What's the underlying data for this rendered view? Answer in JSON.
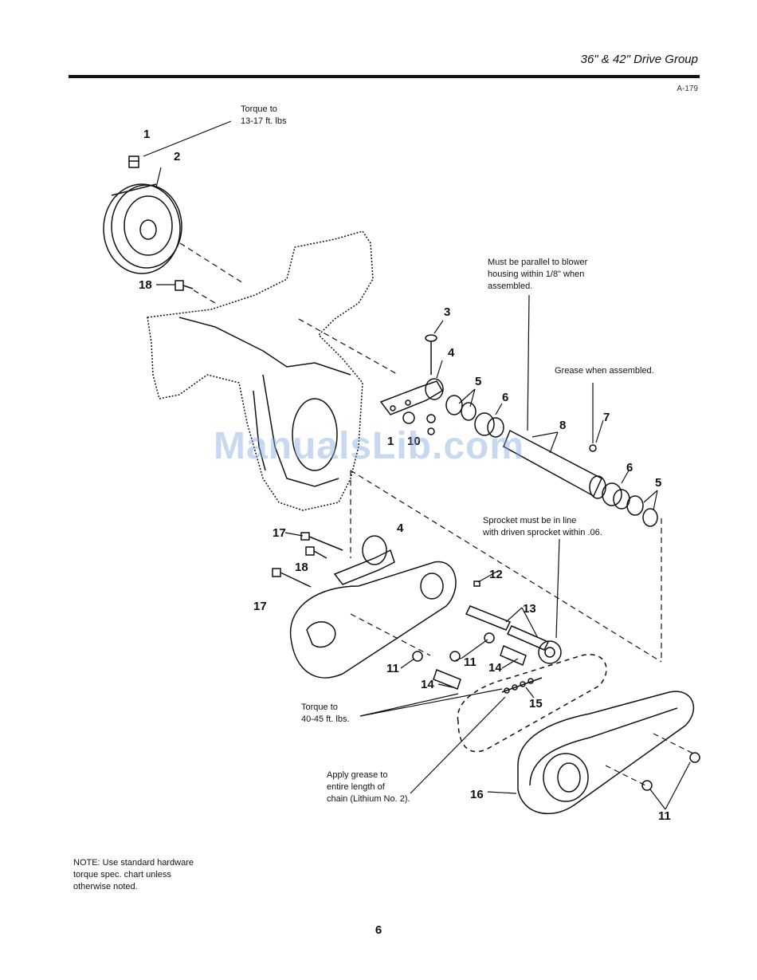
{
  "header": {
    "title": "36\" & 42\" Drive Group",
    "figure_code": "A-179"
  },
  "notes": {
    "torque_pulley": "Torque to\n13-17 ft. lbs",
    "parallel": "Must be parallel to blower\nhousing within 1/8\" when\nassembled.",
    "grease_assembled": "Grease when assembled.",
    "sprocket_line": "Sprocket must be in line\nwith driven sprocket within .06.",
    "torque_nuts": "Torque to\n40-45 ft. lbs.",
    "chain_grease": "Apply grease to\nentire length of\nchain (Lithium No. 2)."
  },
  "callouts": [
    "1",
    "2",
    "18",
    "3",
    "4",
    "5",
    "6",
    "8",
    "7",
    "6",
    "5",
    "1",
    "10",
    "17",
    "4",
    "18",
    "17",
    "12",
    "13",
    "11",
    "11",
    "14",
    "14",
    "15",
    "16",
    "11"
  ],
  "watermark": "ManualsLib.com",
  "footnote": "NOTE: Use standard hardware\ntorque spec. chart unless\notherwise noted.",
  "page_number": "6"
}
